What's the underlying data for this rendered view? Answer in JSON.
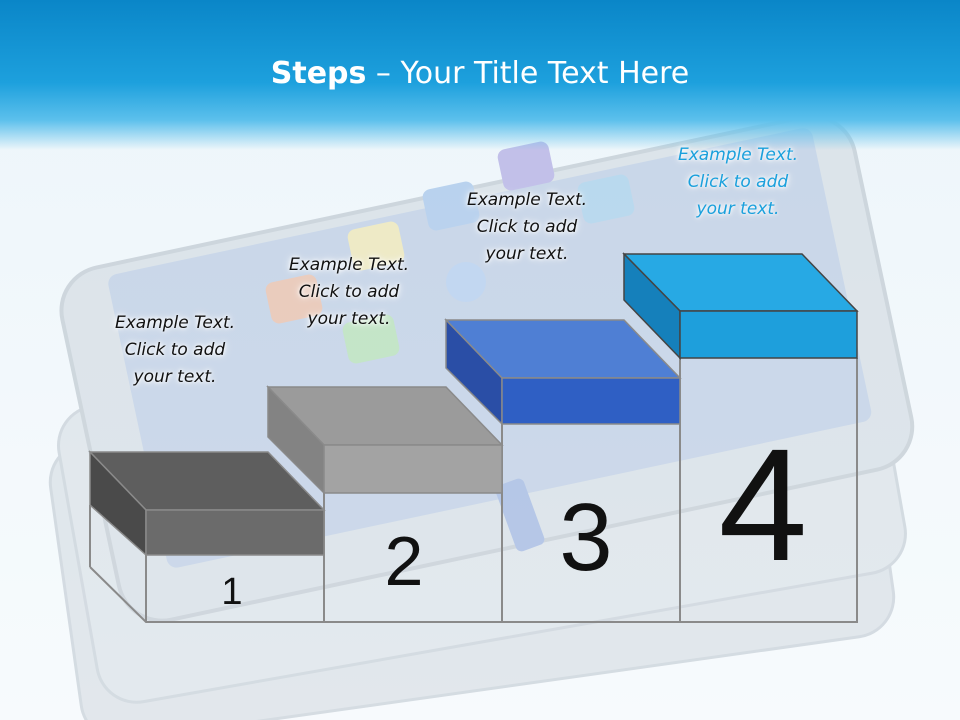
{
  "title": {
    "bold": "Steps",
    "rest": " – Your Title Text Here"
  },
  "steps": [
    {
      "number": "1",
      "text": [
        "Example Text.",
        "Click  to add",
        "your text."
      ],
      "color": "#666666"
    },
    {
      "number": "2",
      "text": [
        "Example Text.",
        "Click  to add",
        "your text."
      ],
      "color": "#9a9a9a"
    },
    {
      "number": "3",
      "text": [
        "Example Text.",
        "Click  to add",
        "your text."
      ],
      "color": "#2f5fc4"
    },
    {
      "number": "4",
      "text": [
        "Example Text.",
        "Click  to add",
        "your text."
      ],
      "color": "#1e9fdc"
    }
  ],
  "colors": {
    "header": "#1da0dd",
    "outline": "#8a8a8a",
    "step4_text": "#1aa0dc"
  }
}
